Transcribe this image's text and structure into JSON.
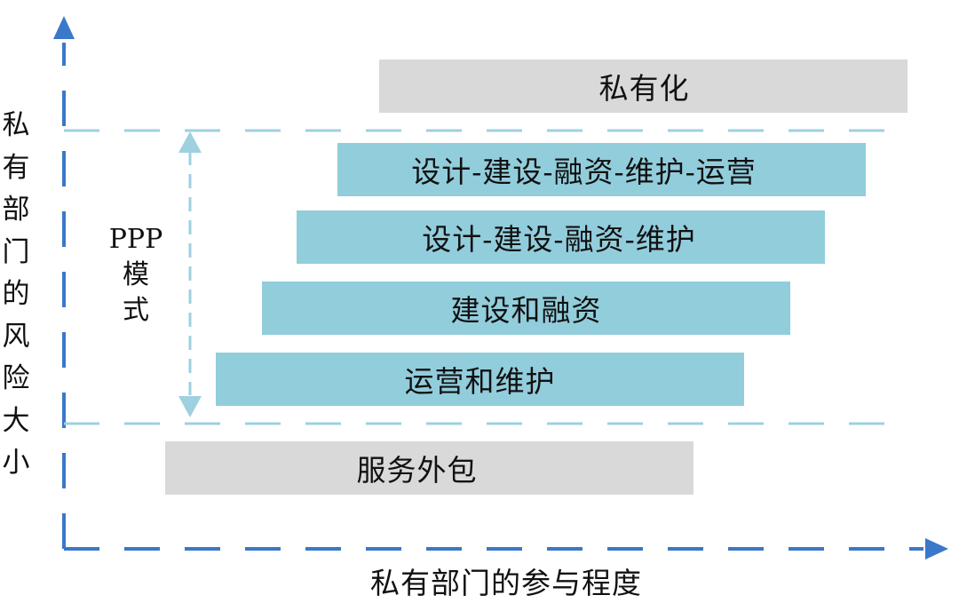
{
  "y_axis_label": [
    "私",
    "有",
    "部",
    "门",
    "的",
    "风",
    "险",
    "大",
    "小"
  ],
  "x_axis_label": "私有部门的参与程度",
  "ppp_label": [
    "PPP",
    "模",
    "式"
  ],
  "bars": [
    {
      "label": "私有化"
    },
    {
      "label": "设计-建设-融资-维护-运营"
    },
    {
      "label": "设计-建设-融资-维护"
    },
    {
      "label": "建设和融资"
    },
    {
      "label": "运营和维护"
    },
    {
      "label": "服务外包"
    }
  ],
  "colors": {
    "axis": "#3a78c9",
    "divider": "#9fd0e0",
    "ppp_bar": "#92cddc",
    "other_bar": "#d9d9d9"
  }
}
